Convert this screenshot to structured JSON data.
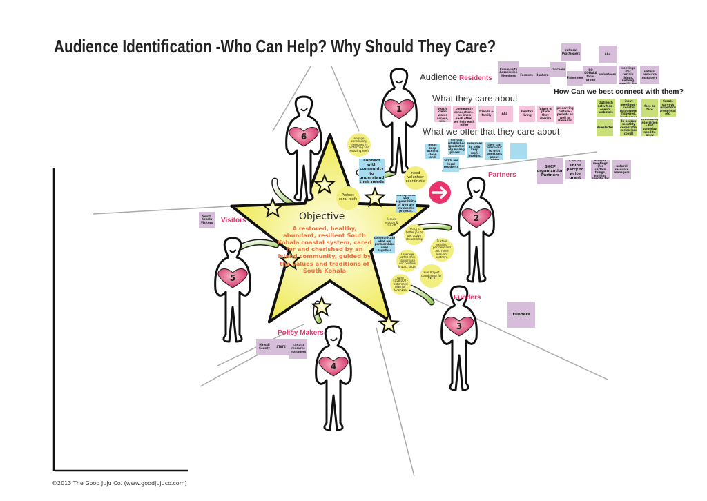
{
  "title": "Audience  Identification -Who Can Help? Why Should They Care?",
  "headings": {
    "audience": "Audience",
    "care": "What they care about",
    "offer": "What we offer that they care about",
    "connect": "How Can we best connect with them?",
    "objective": "Objective"
  },
  "objective_text": "A restored, healthy, abundant, resilient South Kohala coastal system, cared for and cherished by an island community, guided by the values and traditions of South Kohala",
  "audiences": {
    "residents": "Residents",
    "partners": "Partners",
    "visitors": "Visitors",
    "funders": "Funders",
    "policy_makers": "Policy Makers"
  },
  "figures": [
    "1",
    "2",
    "3",
    "4",
    "5",
    "6"
  ],
  "notes": {
    "residents": [
      "Community Association Members",
      "Farmers",
      "Hunters",
      "ranchers",
      "cultural Practioners",
      "Fishermen",
      "SO KOHALA focus group",
      "Aha",
      "volunteers",
      "DAR public scoping meetings (for certain things, nothing specific for us)",
      "natural resource managers"
    ],
    "care": [
      "Going to the beach, clean water access, nice reef...",
      "community connection... we know each other, we help each other",
      "friends & family",
      "Aha",
      "healthy living",
      "future of place they cherish",
      "preserving culture - periods as well as Hawaiian"
    ],
    "connect": [
      "Outreach activities - events, webinars",
      "Community input meetings - coastal management, fisheries, development",
      "face to face",
      "Create surveys online/focus group/mail etc.",
      "Newsletter",
      "In person monthly presentation series (pre covid)",
      "community associations - but someday need to grow"
    ],
    "offer": [
      "SKCP helps keep oceans clean and healthy",
      "various established organizations help manage places...",
      "SKCP are local residents",
      "we provide resources to help keep reefs healthy, based on science",
      "Provide content they can reach out to with questions about future needs etc.",
      ""
    ],
    "partners": [
      "SKCP organization Partners",
      "Chris/ Third party to write grant",
      "DAR public scoping meetings (for certain things, nothing specific for us)",
      "natural resource managers"
    ],
    "visitors": [
      "South Kohala Visitors"
    ],
    "policy": [
      "Hawaii County",
      "STATE",
      "natural resource managers"
    ],
    "funders": [
      "Funders"
    ],
    "actions_blue": [
      "connect with community to understand their needs",
      "Clarify roles and responsibilities of who are involved in projects.",
      "communicate what our partnerships does together"
    ],
    "actions_yellow": [
      "engage community members in protecting and restoring reefs",
      "need volunteer coordinator",
      "Protect coral reefs",
      "Reduce erosion & run off",
      "Doing a better job to get active stewardship",
      "Sustain existing partners and add more relevant partners.",
      "Leverage partnership to increase our positive impact faster",
      "Hire Project coordinator for SKCP",
      "raise $150,000 - watershed plan for Honokaa"
    ]
  },
  "footer": "©2013 The Good Juju Co. (www.goodjujuco.com)",
  "colors": {
    "accent_pink": "#e8336b",
    "objective_orange": "#f07040",
    "purple": "#d6bedb",
    "pink": "#f5c3db",
    "blue": "#a7dcef",
    "green": "#c9e07a",
    "yellow": "#f2ef7e"
  }
}
